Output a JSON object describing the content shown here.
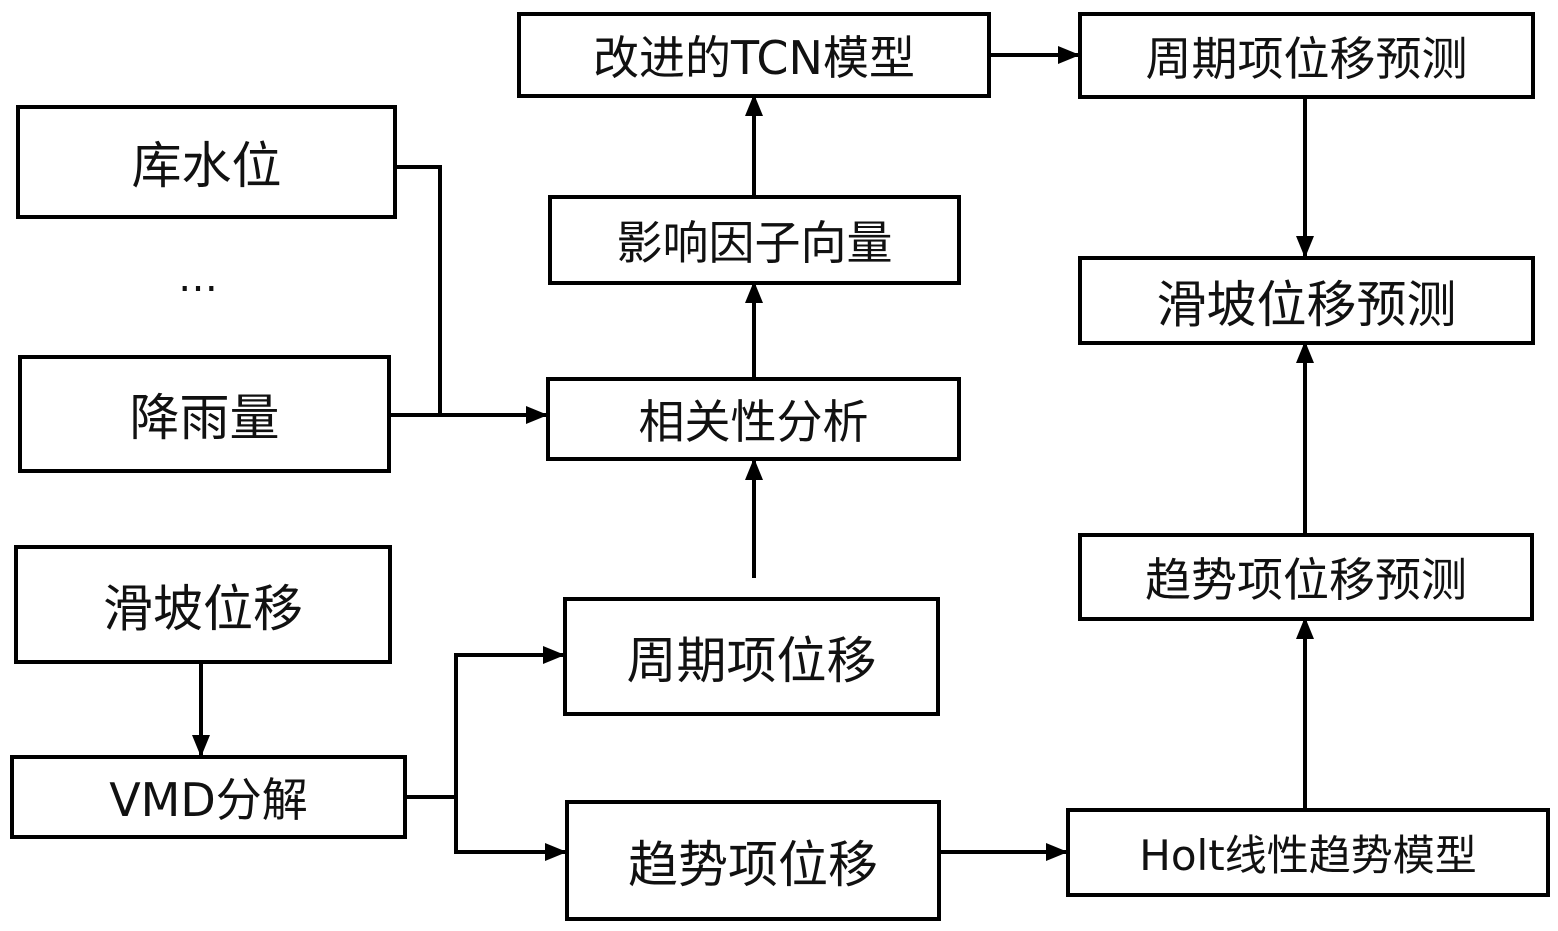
{
  "nodes": {
    "reservoir_level": "库水位",
    "ellipsis": "…",
    "rainfall": "降雨量",
    "landslide_displacement": "滑坡位移",
    "vmd_decomposition": "VMD分解",
    "periodic_displacement": "周期项位移",
    "trend_displacement": "趋势项位移",
    "correlation_analysis": "相关性分析",
    "factor_vector": "影响因子向量",
    "improved_tcn": "改进的TCN模型",
    "periodic_prediction": "周期项位移预测",
    "landslide_prediction": "滑坡位移预测",
    "trend_prediction": "趋势项位移预测",
    "holt_model": "Holt线性趋势模型"
  }
}
